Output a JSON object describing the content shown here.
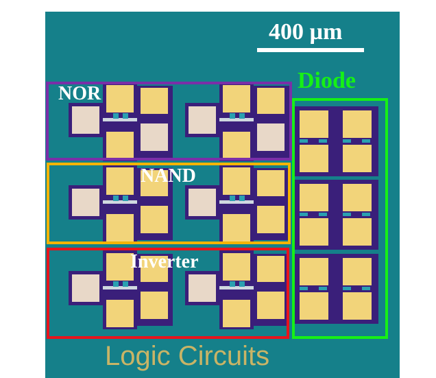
{
  "scale_bar": {
    "label": "400 µm"
  },
  "groups": [
    {
      "label": "NOR",
      "color": "#7a2fa8"
    },
    {
      "label": "NAND",
      "color": "#f4b400"
    },
    {
      "label": "Inverter",
      "color": "#e8141c"
    },
    {
      "label": "Diode",
      "color": "#16f016"
    }
  ],
  "caption": "Logic Circuits",
  "colors": {
    "substrate": "#15808a",
    "device": "#3a1f7a",
    "gold_pad": "#f2d47a",
    "light_pad": "#e8d8c8"
  }
}
